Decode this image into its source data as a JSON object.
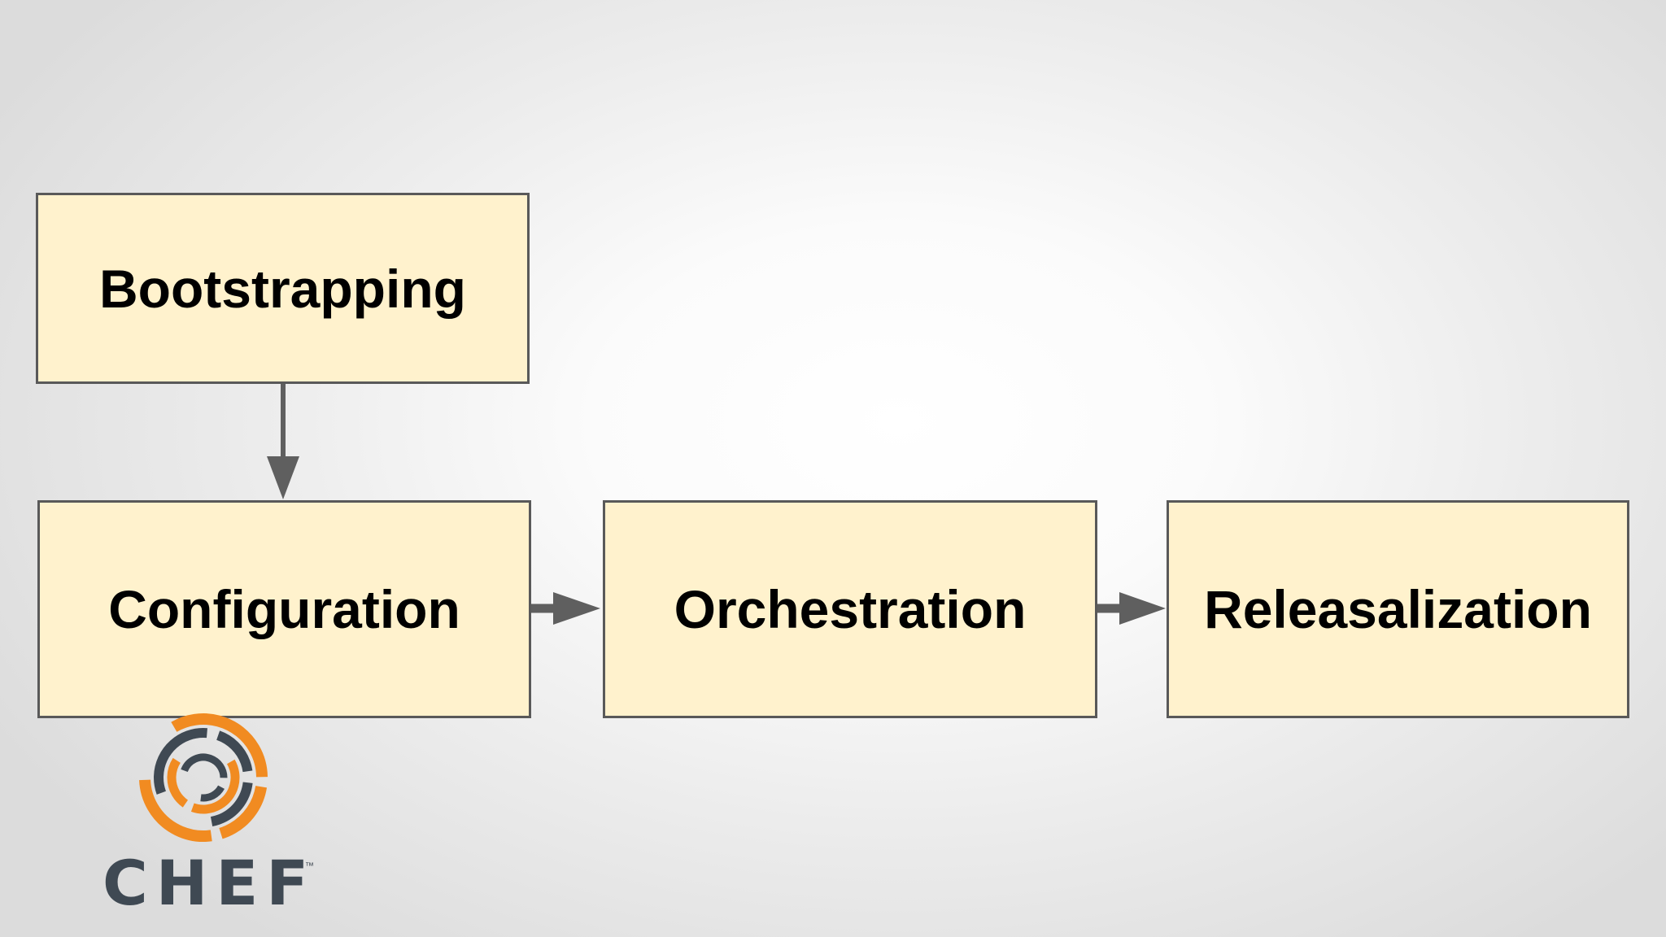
{
  "diagram": {
    "nodes": [
      {
        "id": "bootstrapping",
        "label": "Bootstrapping"
      },
      {
        "id": "configuration",
        "label": "Configuration"
      },
      {
        "id": "orchestration",
        "label": "Orchestration"
      },
      {
        "id": "releasalization",
        "label": "Releasalization"
      }
    ],
    "edges": [
      {
        "from": "bootstrapping",
        "to": "configuration"
      },
      {
        "from": "configuration",
        "to": "orchestration"
      },
      {
        "from": "orchestration",
        "to": "releasalization"
      }
    ]
  },
  "logo": {
    "name": "CHEF",
    "trademark": "™",
    "icon": "chef-logo-icon"
  },
  "colors": {
    "box_fill": "#fff2cd",
    "box_border": "#595959",
    "arrow": "#5f5f5f",
    "logo_orange": "#f18b21",
    "logo_slate": "#3f4953"
  }
}
